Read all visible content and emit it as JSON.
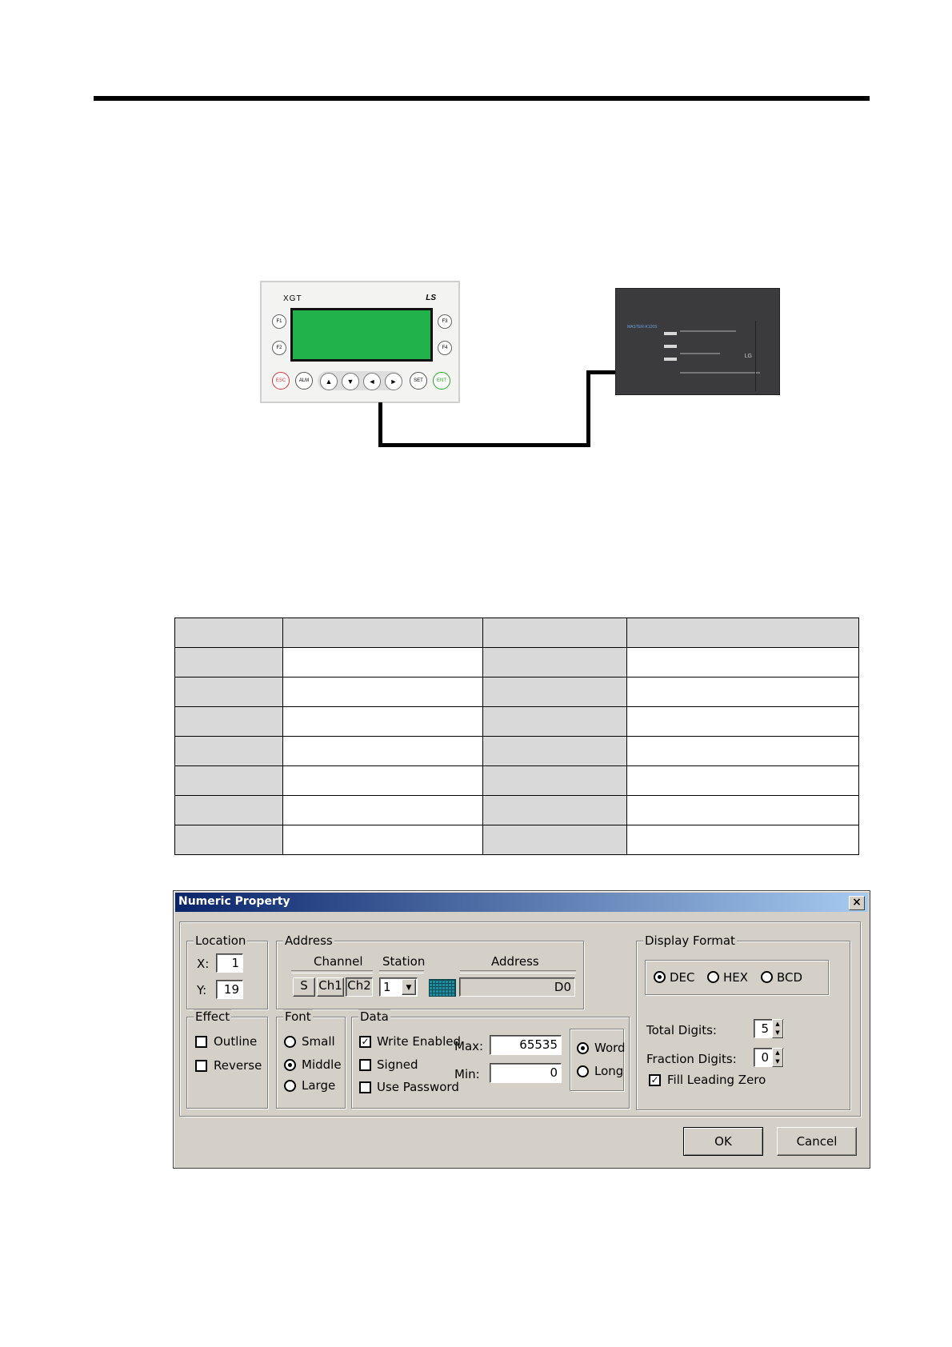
{
  "diagram": {
    "hmi_model": "XGT",
    "hmi_brand": "LS",
    "hmi_keys": {
      "f1": "F1",
      "f2": "F2",
      "f3": "F3",
      "f4": "F4",
      "esc": "ESC",
      "alm": "ALM",
      "set": "SET",
      "ent": "ENT",
      "up": "▲",
      "down": "▼",
      "left": "◄",
      "right": "►"
    },
    "plc_label": "MASTER-K120S",
    "plc_logo": "LG",
    "colors": {
      "lcd": "#22b24c",
      "plc_body": "#3b3b3d"
    }
  },
  "table": {
    "rows": 8,
    "cols": 4,
    "header_color": "#d9d9d9"
  },
  "dialog": {
    "title": "Numeric Property",
    "close_label": "×",
    "location": {
      "legend": "Location",
      "x_label": "X:",
      "x_value": "1",
      "y_label": "Y:",
      "y_value": "19"
    },
    "address": {
      "legend": "Address",
      "channel_header": "Channel",
      "station_header": "Station",
      "address_header": "Address",
      "channel_buttons": [
        "S",
        "Ch1",
        "Ch2"
      ],
      "station_value": "1",
      "address_value": "D0"
    },
    "display_format": {
      "legend": "Display Format",
      "options": [
        "DEC",
        "HEX",
        "BCD"
      ],
      "selected": "DEC",
      "total_digits_label": "Total Digits:",
      "total_digits": "5",
      "fraction_digits_label": "Fraction Digits:",
      "fraction_digits": "0",
      "fill_leading_zero_label": "Fill Leading Zero",
      "fill_leading_zero": true
    },
    "effect": {
      "legend": "Effect",
      "outline_label": "Outline",
      "reverse_label": "Reverse"
    },
    "font": {
      "legend": "Font",
      "options": [
        "Small",
        "Middle",
        "Large"
      ],
      "selected": "Middle"
    },
    "data": {
      "legend": "Data",
      "write_enabled_label": "Write Enabled",
      "write_enabled": true,
      "signed_label": "Signed",
      "use_password_label": "Use Password",
      "max_label": "Max:",
      "max_value": "65535",
      "min_label": "Min:",
      "min_value": "0",
      "size_options": [
        "Word",
        "Long"
      ],
      "size_selected": "Word"
    },
    "ok_label": "OK",
    "cancel_label": "Cancel"
  }
}
